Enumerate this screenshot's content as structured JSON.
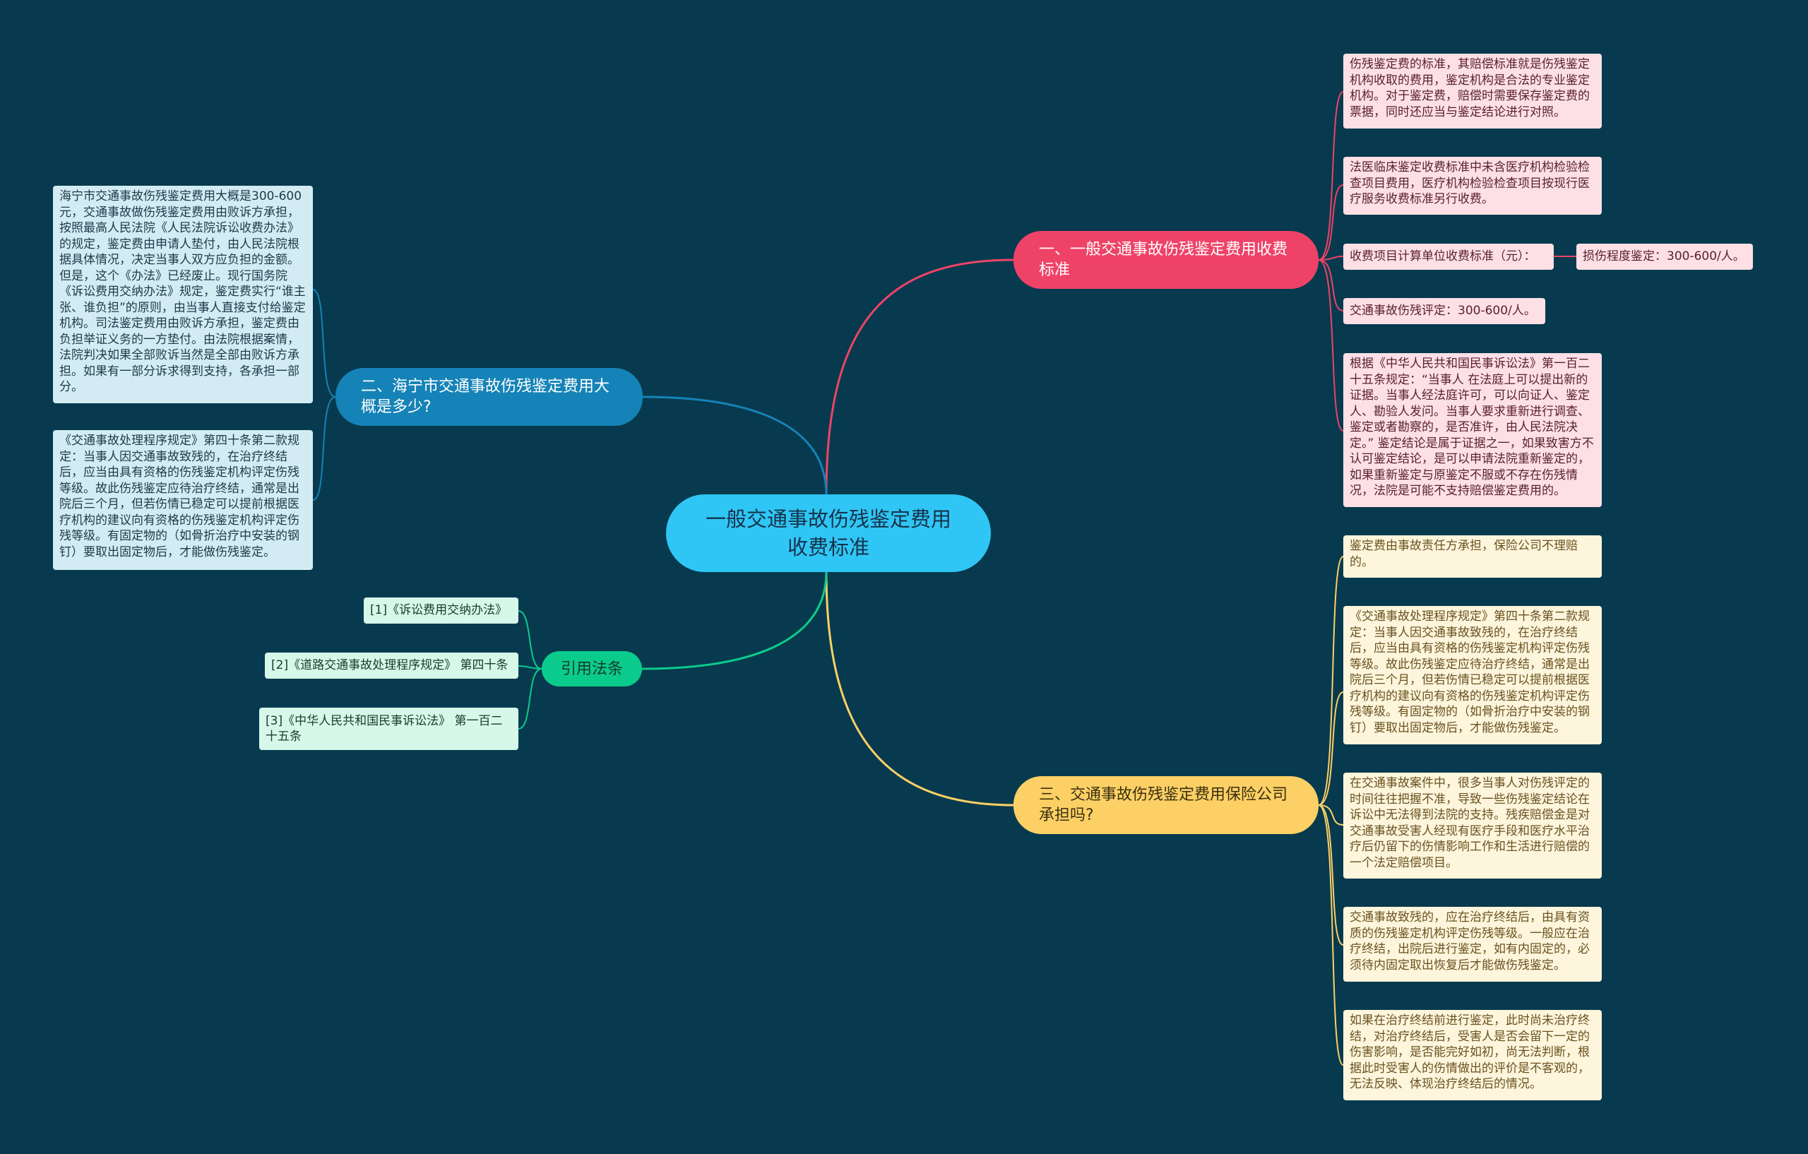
{
  "root": {
    "title": "一般交通事故伤残鉴定费用收费标准"
  },
  "colors": {
    "background": "#073a4e",
    "root": "#2fc6f5",
    "branch1": "#ee4367",
    "branch2": "#1583b7",
    "branch3": "#fdd065",
    "branch4": "#0bcb8c"
  },
  "branches": {
    "b1": {
      "label": "一、一般交通事故伤残鉴定费用收费标准",
      "items": [
        "伤残鉴定费的标准，其赔偿标准就是伤残鉴定机构收取的费用，鉴定机构是合法的专业鉴定机构。对于鉴定费，赔偿时需要保存鉴定费的票据，同时还应当与鉴定结论进行对照。",
        "法医临床鉴定收费标准中未含医疗机构检验检查项目费用，医疗机构检验检查项目按现行医疗服务收费标准另行收费。",
        "收费项目计算单位收费标准（元）：",
        "交通事故伤残评定：300-600/人。",
        "根据《中华人民共和国民事诉讼法》第一百二十五条规定：“当事人 在法庭上可以提出新的证据。当事人经法庭许可，可以向证人、鉴定人、勘验人发问。当事人要求重新进行调查、鉴定或者勘察的，是否准许，由人民法院决定。” 鉴定结论是属于证据之一，如果致害方不认可鉴定结论，是可以申请法院重新鉴定的，如果重新鉴定与原鉴定不服或不存在伤残情况，法院是可能不支持赔偿鉴定费用的。"
      ],
      "sub": "损伤程度鉴定：300-600/人。"
    },
    "b2": {
      "label": "二、海宁市交通事故伤残鉴定费用大概是多少?",
      "items": [
        "海宁市交通事故伤残鉴定费用大概是300-600元，交通事故做伤残鉴定费用由败诉方承担，按照最高人民法院《人民法院诉讼收费办法》的规定，鉴定费由申请人垫付，由人民法院根据具体情况，决定当事人双方应负担的金额。但是，这个《办法》已经废止。现行国务院《诉讼费用交纳办法》规定，鉴定费实行“谁主张、谁负担”的原则，由当事人直接支付给鉴定机构。司法鉴定费用由败诉方承担，鉴定费由负担举证义务的一方垫付。由法院根据案情，法院判决如果全部败诉当然是全部由败诉方承担。如果有一部分诉求得到支持，各承担一部分。",
        "《交通事故处理程序规定》第四十条第二款规定：当事人因交通事故致残的，在治疗终结后，应当由具有资格的伤残鉴定机构评定伤残等级。故此伤残鉴定应待治疗终结，通常是出院后三个月，但若伤情已稳定可以提前根据医疗机构的建议向有资格的伤残鉴定机构评定伤残等级。有固定物的（如骨折治疗中安装的钢钉）要取出固定物后，才能做伤残鉴定。"
      ]
    },
    "b3": {
      "label": "三、交通事故伤残鉴定费用保险公司承担吗?",
      "items": [
        "鉴定费由事故责任方承担，保险公司不理赔的。",
        "《交通事故处理程序规定》第四十条第二款规定：当事人因交通事故致残的，在治疗终结后，应当由具有资格的伤残鉴定机构评定伤残等级。故此伤残鉴定应待治疗终结，通常是出院后三个月，但若伤情已稳定可以提前根据医疗机构的建议向有资格的伤残鉴定机构评定伤残等级。有固定物的（如骨折治疗中安装的钢钉）要取出固定物后，才能做伤残鉴定。",
        "在交通事故案件中，很多当事人对伤残评定的时间往往把握不准，导致一些伤残鉴定结论在诉讼中无法得到法院的支持。残疾赔偿金是对交通事故受害人经现有医疗手段和医疗水平治疗后仍留下的伤情影响工作和生活进行赔偿的一个法定赔偿项目。",
        "交通事故致残的，应在治疗终结后，由具有资质的伤残鉴定机构评定伤残等级。一般应在治疗终结，出院后进行鉴定，如有内固定的，必须待内固定取出恢复后才能做伤残鉴定。",
        "如果在治疗终结前进行鉴定，此时尚未治疗终结，对治疗终结后，受害人是否会留下一定的伤害影响，是否能完好如初，尚无法判断，根据此时受害人的伤情做出的评价是不客观的，无法反映、体现治疗终结后的情况。"
      ]
    },
    "b4": {
      "label": "引用法条",
      "items": [
        "[1]《诉讼费用交纳办法》",
        "[2]《道路交通事故处理程序规定》 第四十条",
        "[3]《中华人民共和国民事诉讼法》 第一百二十五条"
      ]
    }
  }
}
